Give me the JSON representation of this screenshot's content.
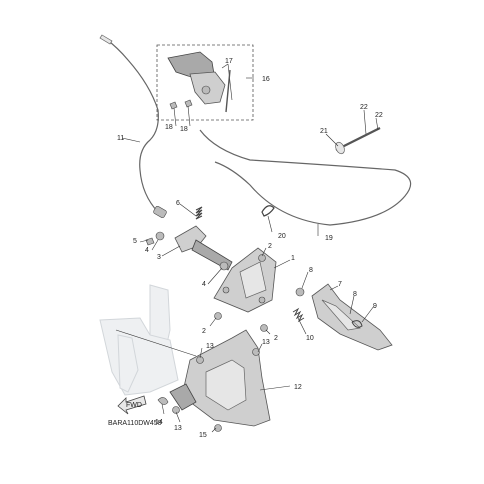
{
  "diagram": {
    "code": "BARA110DW450",
    "fwd_label": "FWD",
    "callouts": {
      "c1": "1",
      "c2a": "2",
      "c2b": "2",
      "c2c": "2",
      "c3": "3",
      "c4a": "4",
      "c4b": "4",
      "c5": "5",
      "c6": "6",
      "c7": "7",
      "c8a": "8",
      "c8b": "8",
      "c9": "9",
      "c10": "10",
      "c11": "11",
      "c12": "12",
      "c13a": "13",
      "c13b": "13",
      "c13c": "13",
      "c14": "14",
      "c15": "15",
      "c16": "16",
      "c17": "17",
      "c18a": "18",
      "c18b": "18",
      "c19": "19",
      "c20": "20",
      "c21": "21",
      "c22a": "22",
      "c22b": "22"
    }
  }
}
